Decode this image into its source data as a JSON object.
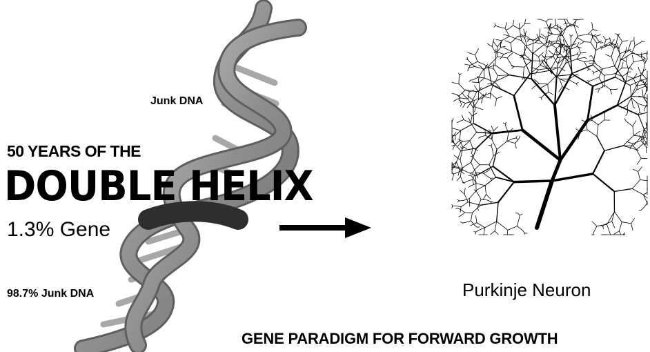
{
  "labels": {
    "junk_dna_top": "Junk DNA",
    "heading_small": "50 YEARS OF THE",
    "heading_big": "DOUBLE HELIX",
    "gene_percent": "1.3% Gene",
    "junk_dna_percent": "98.7% Junk DNA",
    "neuron_label": "Purkinje Neuron",
    "caption": "GENE PARADIGM FOR FORWARD GROWTH"
  },
  "icons": {
    "helix": "dna-double-helix-icon",
    "arrow": "right-arrow-icon",
    "neuron": "purkinje-neuron-icon"
  },
  "colors": {
    "ink": "#000000",
    "helix_strand": "#9a9a9a",
    "gene_segment": "#3a3a3a",
    "background": "#ffffff"
  }
}
